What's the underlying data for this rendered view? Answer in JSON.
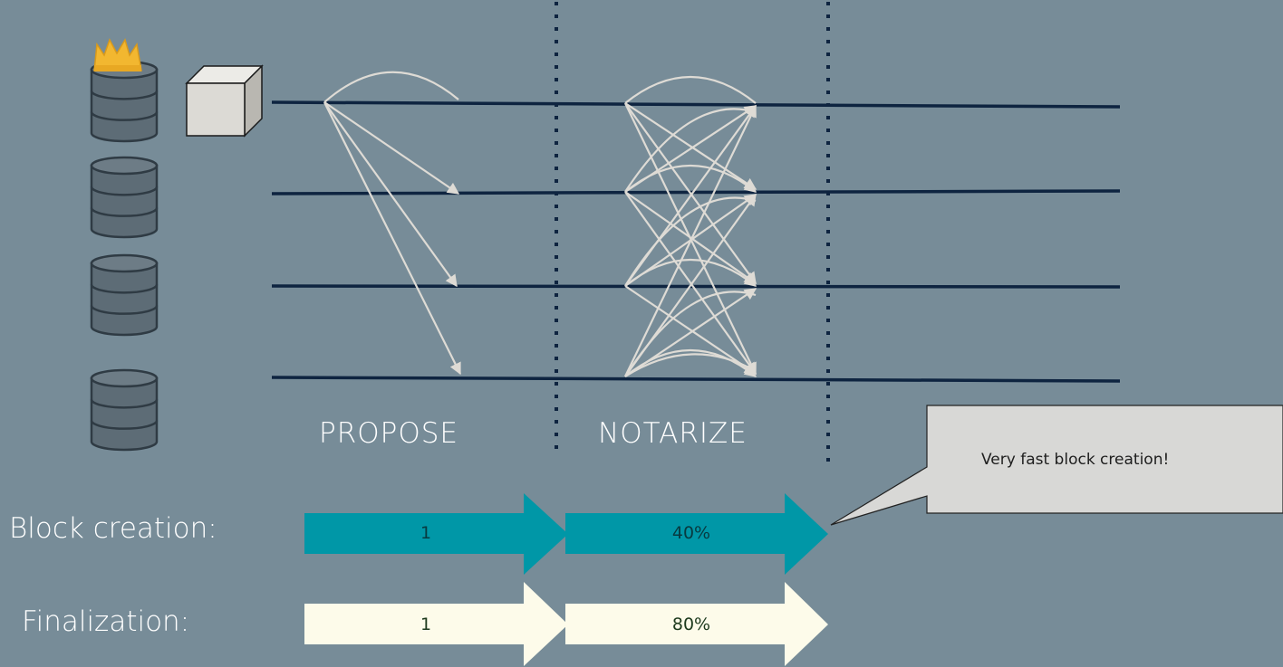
{
  "phases": {
    "propose": "PROPOSE",
    "notarize": "NOTARIZE"
  },
  "rows": {
    "block_creation": {
      "label": "Block creation:",
      "steps": [
        "1",
        "40%"
      ],
      "color": "#0097a7",
      "text_color": "#083a40"
    },
    "finalization": {
      "label": "Finalization:",
      "steps": [
        "1",
        "80%"
      ],
      "color": "#fdfbea",
      "text_color": "#1d3a1d"
    }
  },
  "callout": {
    "text": "Very fast block creation!"
  },
  "colors": {
    "background": "#778c98",
    "timeline": "#0e2440",
    "message_arrow": "#dedbd5",
    "node": "#5d6c76",
    "crown": "#f2b730",
    "block": "#dcdad5"
  },
  "icons": {
    "leader_marker": "crown-icon",
    "node": "database-icon",
    "block": "cube-icon"
  }
}
